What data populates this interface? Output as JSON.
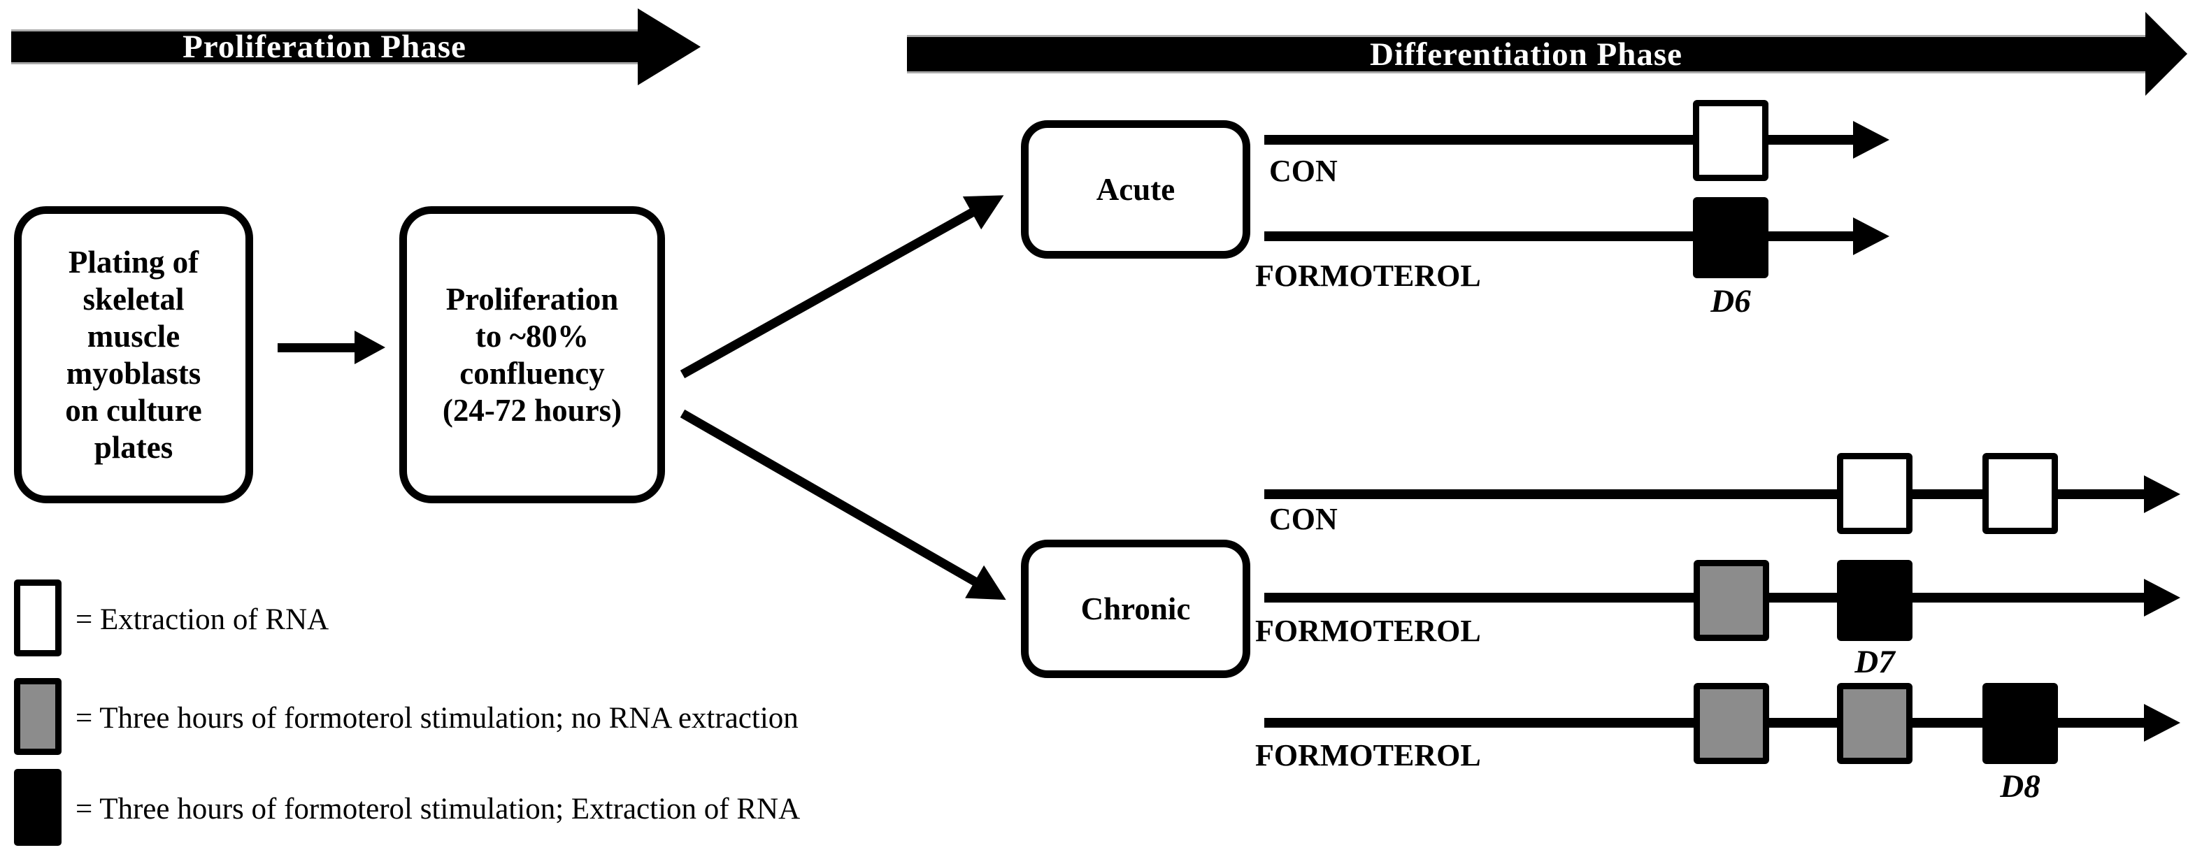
{
  "colors": {
    "marker-gray": "#8c8c8c"
  },
  "banners": {
    "proliferation": "Proliferation Phase",
    "differentiation": "Differentiation Phase"
  },
  "flow": {
    "plating_box": {
      "lines": [
        "Plating of",
        "skeletal",
        "muscle",
        "myoblasts",
        "on culture",
        "plates"
      ]
    },
    "proliferation_box": {
      "lines": [
        "Proliferation",
        "to ~80%",
        "confluency",
        "(24-72 hours)"
      ]
    }
  },
  "branches": {
    "acute": {
      "label": "Acute",
      "rows": [
        {
          "label": "CON",
          "markers": [
            "white"
          ]
        },
        {
          "label": "FORMOTEROL",
          "markers": [
            "black"
          ],
          "day_label": "D6"
        }
      ]
    },
    "chronic": {
      "label": "Chronic",
      "rows": [
        {
          "label": "CON",
          "markers": [
            "white",
            "white"
          ]
        },
        {
          "label": "FORMOTEROL",
          "markers": [
            "gray",
            "black"
          ],
          "day_label": "D7"
        },
        {
          "label": "FORMOTEROL",
          "markers": [
            "gray",
            "gray",
            "black"
          ],
          "day_label": "D8"
        }
      ]
    }
  },
  "legend": {
    "items": [
      {
        "swatch": "white",
        "text": "= Extraction of RNA"
      },
      {
        "swatch": "gray",
        "text": "= Three hours of formoterol stimulation; no RNA extraction"
      },
      {
        "swatch": "black",
        "text": "= Three hours of formoterol stimulation; Extraction of RNA"
      }
    ]
  }
}
